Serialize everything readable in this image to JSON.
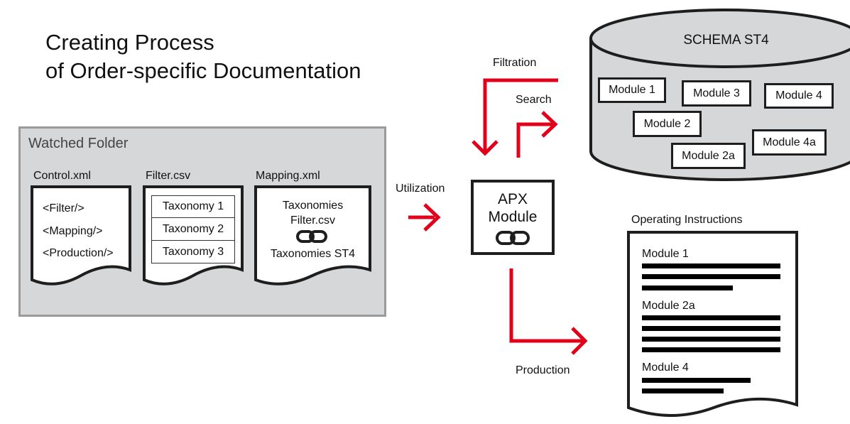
{
  "title": {
    "line1": "Creating Process",
    "line2": "of Order-specific Documentation"
  },
  "watched_folder": {
    "label": "Watched Folder",
    "control": {
      "label": "Control.xml",
      "lines": [
        "<Filter/>",
        "<Mapping/>",
        "<Production/>"
      ]
    },
    "filter": {
      "label": "Filter.csv",
      "rows": [
        "Taxonomy 1",
        "Taxonomy 2",
        "Taxonomy 3"
      ]
    },
    "mapping": {
      "label": "Mapping.xml",
      "line1": "Taxonomies",
      "line2": "Filter.csv",
      "line3": "Taxonomies ST4",
      "icon": "link-icon"
    }
  },
  "flow": {
    "utilization": "Utilization",
    "filtration": "Filtration",
    "search": "Search",
    "production": "Production",
    "arrow_color": "#e2001a"
  },
  "apx": {
    "line1": "APX",
    "line2": "Module",
    "icon": "link-icon"
  },
  "schema": {
    "title": "SCHEMA ST4",
    "modules": [
      "Module 1",
      "Module 3",
      "Module 4",
      "Module 2",
      "Module 4a",
      "Module 2a"
    ]
  },
  "operating_instructions": {
    "label": "Operating Instructions",
    "sections": [
      "Module 1",
      "Module 2a",
      "Module 4"
    ]
  }
}
